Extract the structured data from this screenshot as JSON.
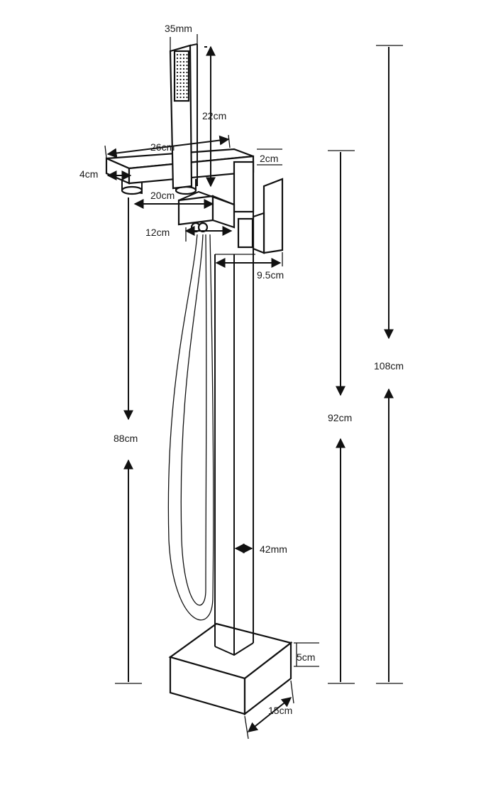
{
  "diagram": {
    "dimensions": {
      "handshower_width": "35mm",
      "handshower_height": "22cm",
      "spout_length": "26cm",
      "spout_thickness": "2cm",
      "spout_depth": "4cm",
      "holder_projection": "20cm",
      "hose_connector": "12cm",
      "handle_offset": "9.5cm",
      "overall_height": "108cm",
      "spout_height": "92cm",
      "outlet_height": "88cm",
      "column_width": "42mm",
      "base_height": "5cm",
      "base_width": "15cm"
    }
  }
}
